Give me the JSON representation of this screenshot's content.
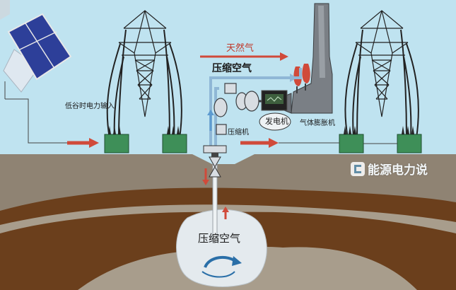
{
  "labels": {
    "natural_gas": "天然气",
    "compressed_air_top": "压缩空气",
    "off_peak_input": "低谷时电力输入",
    "compressor": "压缩机",
    "generator": "发电机",
    "gas_expander": "气体膨胀机",
    "compressed_air_cavern": "压缩空气"
  },
  "watermark": {
    "text": "能源电力说"
  },
  "colors": {
    "sky": "#bfe3f0",
    "ground_top": "#8f8373",
    "soil_brown": "#6b3f1c",
    "rock": "#a89d8c",
    "cavern": "#e4eaee",
    "transformer": "#3e8f58",
    "arrow_red": "#d04a3a",
    "pipe_blue": "#8fb7d6"
  }
}
